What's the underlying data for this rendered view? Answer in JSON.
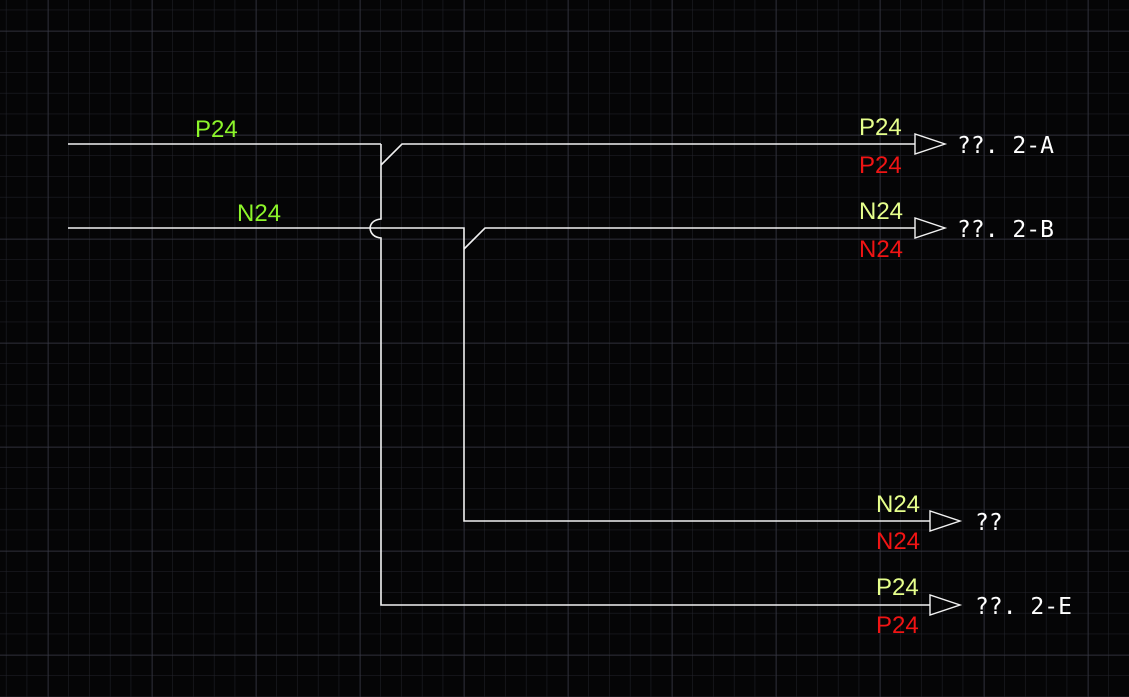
{
  "colors": {
    "background": "#050506",
    "wire": "#f2f2f2",
    "input_label": "#8cf52a",
    "upper_label": "#e6ff8c",
    "lower_label": "#f01414",
    "target_text": "#ffffff"
  },
  "inputs": [
    {
      "label": "P24"
    },
    {
      "label": "N24"
    }
  ],
  "outputs": [
    {
      "upper": "P24",
      "lower": "P24",
      "target": "??. 2-A"
    },
    {
      "upper": "N24",
      "lower": "N24",
      "target": "??. 2-B"
    },
    {
      "upper": "N24",
      "lower": "N24",
      "target": "??"
    },
    {
      "upper": "P24",
      "lower": "P24",
      "target": "??. 2-E"
    }
  ]
}
